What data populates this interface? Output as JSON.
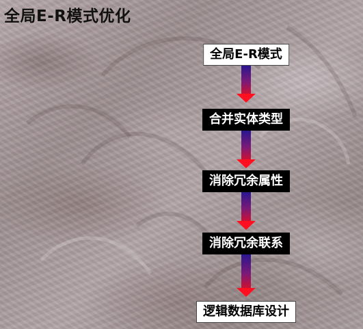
{
  "slide": {
    "title": "全局E-R模式优化",
    "steps": [
      {
        "label": "全局E-R模式",
        "style": "light"
      },
      {
        "label": "合并实体类型",
        "style": "dark"
      },
      {
        "label": "消除冗余属性",
        "style": "dark"
      },
      {
        "label": "消除冗余联系",
        "style": "dark"
      },
      {
        "label": "逻辑数据库设计",
        "style": "light"
      }
    ]
  },
  "colors": {
    "arrow_top": "#2a1590",
    "arrow_bottom": "#ff1020",
    "dark_box": "#000000",
    "light_box": "#ffffff"
  }
}
